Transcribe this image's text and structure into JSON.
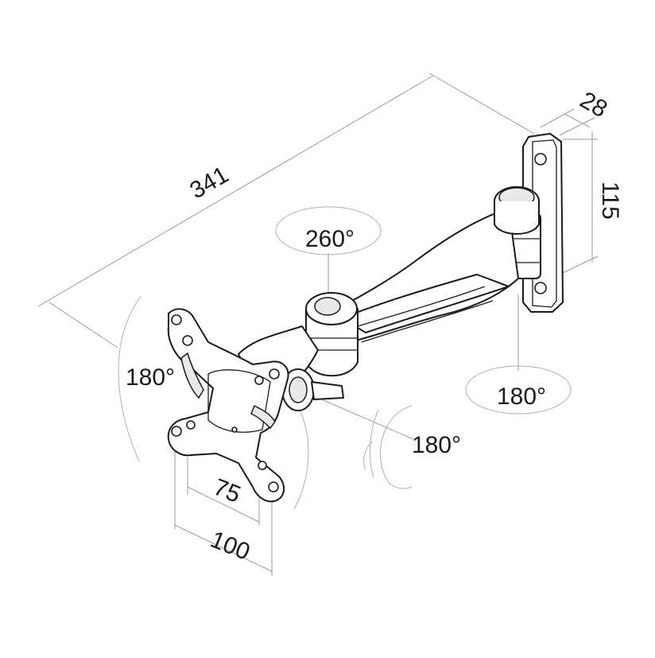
{
  "dimensions": {
    "overall_length": "341",
    "bracket_depth": "28",
    "bracket_height": "115",
    "vesa_small": "75",
    "vesa_large": "100"
  },
  "rotations": {
    "tilt": "180°",
    "arm_swivel": "260°",
    "wall_swivel": "180°",
    "head_swivel": "180°"
  }
}
